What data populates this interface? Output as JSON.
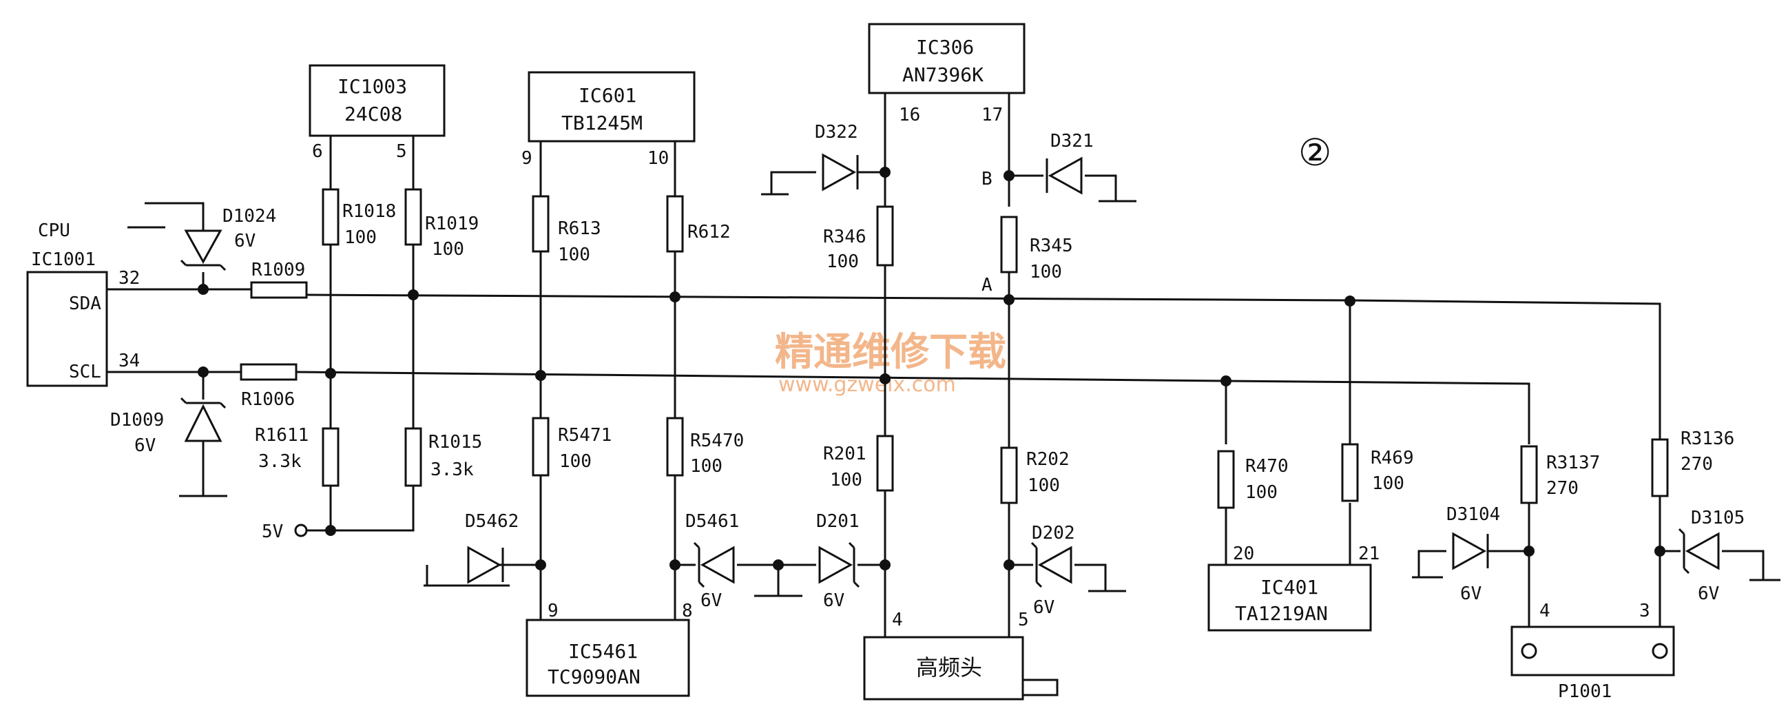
{
  "diagram": {
    "circle_number": "②",
    "watermark": {
      "cn": "精通维修下载",
      "url": "www.gzweix.com"
    },
    "ics": {
      "ic1001": {
        "top": "CPU",
        "name": "IC1001",
        "sda": "SDA",
        "scl": "SCL",
        "pin_sda": "32",
        "pin_scl": "34"
      },
      "ic1003": {
        "name": "IC1003",
        "part": "24C08",
        "pin_a": "6",
        "pin_b": "5"
      },
      "ic601": {
        "name": "IC601",
        "part": "TB1245M",
        "pin_a": "9",
        "pin_b": "10"
      },
      "ic306": {
        "name": "IC306",
        "part": "AN7396K",
        "pin_a": "16",
        "pin_b": "17"
      },
      "ic5461": {
        "name": "IC5461",
        "part": "TC9090AN",
        "pin_a": "9",
        "pin_b": "8"
      },
      "tuner": {
        "name": "高频头",
        "pin_a": "4",
        "pin_b": "5"
      },
      "ic401": {
        "name": "IC401",
        "part": "TA1219AN",
        "pin_a": "20",
        "pin_b": "21"
      },
      "p1001": {
        "name": "P1001",
        "pin_a": "4",
        "pin_b": "3"
      }
    },
    "resistors": {
      "r1009": "R1009",
      "r1006": "R1006",
      "r1018": {
        "name": "R1018",
        "value": "100"
      },
      "r1019": {
        "name": "R1019",
        "value": "100"
      },
      "r1611": {
        "name": "R1611",
        "value": "3.3k"
      },
      "r1015": {
        "name": "R1015",
        "value": "3.3k"
      },
      "r613": {
        "name": "R613",
        "value": "100"
      },
      "r612": {
        "name": "R612"
      },
      "r5471": {
        "name": "R5471",
        "value": "100"
      },
      "r5470": {
        "name": "R5470",
        "value": "100"
      },
      "r346": {
        "name": "R346",
        "value": "100"
      },
      "r345": {
        "name": "R345",
        "value": "100"
      },
      "r201": {
        "name": "R201",
        "value": "100"
      },
      "r202": {
        "name": "R202",
        "value": "100"
      },
      "r470": {
        "name": "R470",
        "value": "100"
      },
      "r469": {
        "name": "R469",
        "value": "100"
      },
      "r3137": {
        "name": "R3137",
        "value": "270"
      },
      "r3136": {
        "name": "R3136",
        "value": "270"
      }
    },
    "diodes": {
      "d1024": {
        "name": "D1024",
        "value": "6V"
      },
      "d1009": {
        "name": "D1009",
        "value": "6V"
      },
      "d322": {
        "name": "D322"
      },
      "d321": {
        "name": "D321"
      },
      "d5462": {
        "name": "D5462"
      },
      "d5461": {
        "name": "D5461",
        "value": "6V"
      },
      "d201": {
        "name": "D201",
        "value": "6V"
      },
      "d202": {
        "name": "D202",
        "value": "6V"
      },
      "d3104": {
        "name": "D3104",
        "value": "6V"
      },
      "d3105": {
        "name": "D3105",
        "value": "6V"
      }
    },
    "nodes": {
      "a": "A",
      "b": "B",
      "supply": "5V"
    }
  }
}
